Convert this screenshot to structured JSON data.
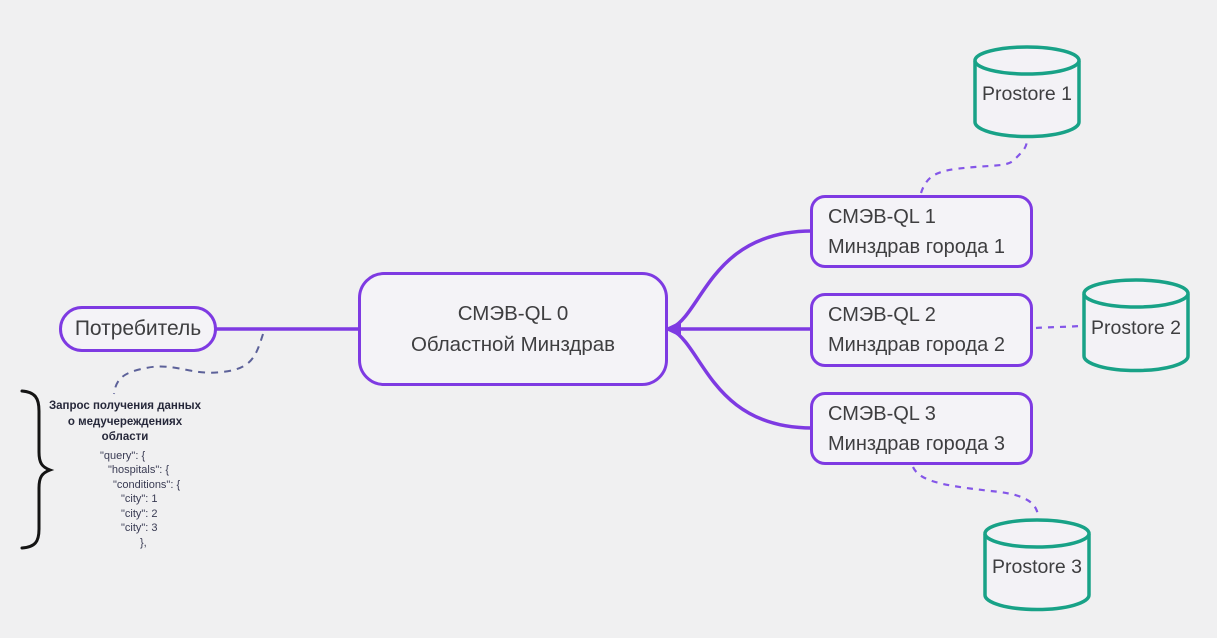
{
  "diagram": {
    "consumer": {
      "label": "Потребитель"
    },
    "central": {
      "line1": "СМЭВ-QL 0",
      "line2": "Областной Минздрав"
    },
    "nodes": [
      {
        "line1": "СМЭВ-QL 1",
        "line2": "Минздрав города 1"
      },
      {
        "line1": "СМЭВ-QL 2",
        "line2": "Минздрав города 2"
      },
      {
        "line1": "СМЭВ-QL 3",
        "line2": "Минздрав города 3"
      }
    ],
    "datastores": [
      {
        "label": "Prostore 1"
      },
      {
        "label": "Prostore 2"
      },
      {
        "label": "Prostore 3"
      }
    ],
    "annotation": {
      "title_lines": [
        "Запрос получения данных",
        "о медучереждениях",
        "области"
      ],
      "code_lines": [
        "\"query\": {",
        "\"hospitals\": {",
        "\"conditions\": {",
        "\"city\": 1",
        "\"city\": 2",
        "\"city\": 3",
        "},"
      ]
    },
    "colors": {
      "background": "#f0f0f1",
      "node_fill": "#f4f3f7",
      "purple": "#7e3ae2",
      "dashed_purple": "#8456e8",
      "teal": "#18a287",
      "dashed_slate": "#5c6199",
      "label_text": "#3e3e40",
      "brace_black": "#141414"
    }
  }
}
